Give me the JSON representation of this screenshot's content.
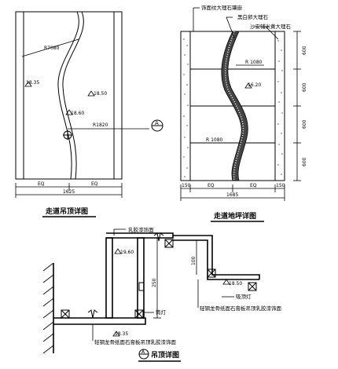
{
  "plan_ceiling": {
    "title": "走道吊顶详图",
    "radius_top": "R7080",
    "radius_mid": "R1820",
    "level_left": "18.35",
    "level_right": "18.50",
    "level_center": "18.60",
    "dim_eq_left": "EQ",
    "dim_eq_right": "EQ",
    "dim_total": "1625"
  },
  "section_marker": {
    "label": "A"
  },
  "plan_floor": {
    "title": "走道地坪详图",
    "note_stone_crack": "饰面纹大理石镶嵌",
    "note_pebble": "黑白卵大理石",
    "note_sand_marble": "沙安铺米黄大理石",
    "radius_a": "R 1080",
    "radius_b": "R 1080",
    "level": "16.20",
    "dim_right": [
      "600",
      "600",
      "600",
      "600"
    ],
    "dim_bottom": [
      "150",
      "EQ",
      "EQ",
      "150"
    ],
    "dim_total": "1685"
  },
  "section_detail": {
    "title": "吊顶详图",
    "marker": "A",
    "label_top_finish": "乳胶漆饰面",
    "label_bottom_finish": "轻钢龙骨纸面石膏板吊顶乳胶漆饰面",
    "label_right_finish": "轻钢龙骨纸面石膏板吊顶乳胶漆饰面",
    "label_light": "筒灯",
    "label_lamp": "吸顶灯",
    "level_top": "19.60",
    "level_right": "18.50",
    "level_bottom": "18.35",
    "dim_height": "250",
    "dim_step": "100"
  }
}
